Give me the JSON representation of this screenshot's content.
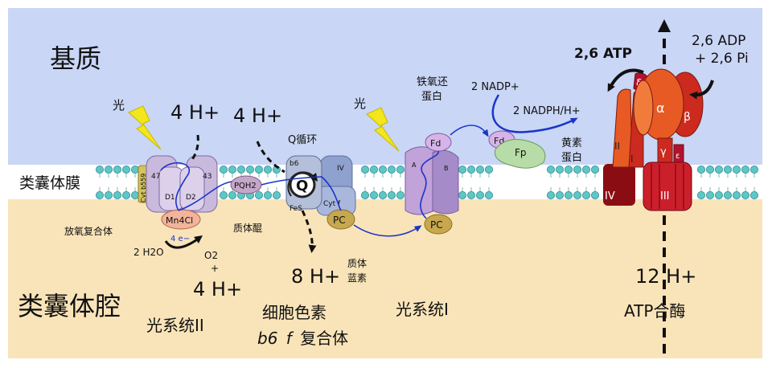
{
  "colors": {
    "stroma": "#c9d6f5",
    "lumen": "#f9e4b9",
    "membrane_head": "#5fc6c7",
    "membrane_tail": "#ffffff",
    "psii_body": "#c9b9dd",
    "psii_outline": "#7d6aa3",
    "b6f_body": "#8ea1cf",
    "b6f_dark": "#5e6f9c",
    "psi_body": "#c1a2d9",
    "psi_light": "#e2d4ee",
    "fd": "#d7b4e8",
    "fp": "#b7dca7",
    "mn": "#f2b49a",
    "pc": "#c7a84f",
    "atp_red": "#cc2a1f",
    "atp_orange": "#e85a23",
    "atp_dark": "#8b0d14",
    "atp_crimson": "#b3122e",
    "electron_path": "#1a35c8",
    "lightning": "#f3e61c"
  },
  "region_labels": {
    "stroma": "基质",
    "membrane": "类囊体膜",
    "lumen": "类囊体腔"
  },
  "light_labels": [
    "光",
    "光"
  ],
  "proton_labels": {
    "psii_stroma": "4 H+",
    "b6f_stroma": "4 H+",
    "b6f_lumen": "8 H+",
    "psii_lumen": "4 H+",
    "atp_lumen": "12 H+"
  },
  "psii": {
    "title": "光系统II",
    "subunits": [
      "47",
      "43",
      "D1",
      "D2"
    ],
    "cyt": "Cyt b559",
    "mn": "Mn4Cl",
    "oec_label": "放氧复合体",
    "electrons": "4 e−",
    "water": "2 H2O",
    "oxygen": "O2",
    "plus": "+"
  },
  "plastoquinone": {
    "molecule": "PQH2",
    "label": "质体醌"
  },
  "b6f": {
    "title_line1": "细胞色素",
    "title_b6": "b6",
    "title_f": "f",
    "title_rest": "复合体",
    "q_cycle": "Q循环",
    "q": "Q",
    "b6": "b6",
    "iv": "IV",
    "fes": "FeS",
    "cytf": "Cyt f",
    "pc": "PC"
  },
  "plastocyanin": {
    "line1": "质体",
    "line2": "蓝素"
  },
  "psi": {
    "title": "光系统I",
    "fd": "Fd",
    "a": "A",
    "b": "B",
    "pc": "PC",
    "ferredoxin_line1": "铁氧还",
    "ferredoxin_line2": "蛋白"
  },
  "fnr": {
    "fd": "Fd",
    "fp": "Fp",
    "label_line1": "黄素",
    "label_line2": "蛋白",
    "nadp": "2 NADP+",
    "nadph": "2 NADPH/H+"
  },
  "atp_synthase": {
    "title": "ATP合酶",
    "atp": "2,6 ATP",
    "adp_line1": "2,6 ADP",
    "adp_line2": "+ 2,6 Pi",
    "delta": "δ",
    "alpha": "α",
    "beta": "β",
    "gamma": "γ",
    "epsilon": "ε",
    "ii": "II",
    "i": "I",
    "iii": "III",
    "iv": "IV"
  }
}
